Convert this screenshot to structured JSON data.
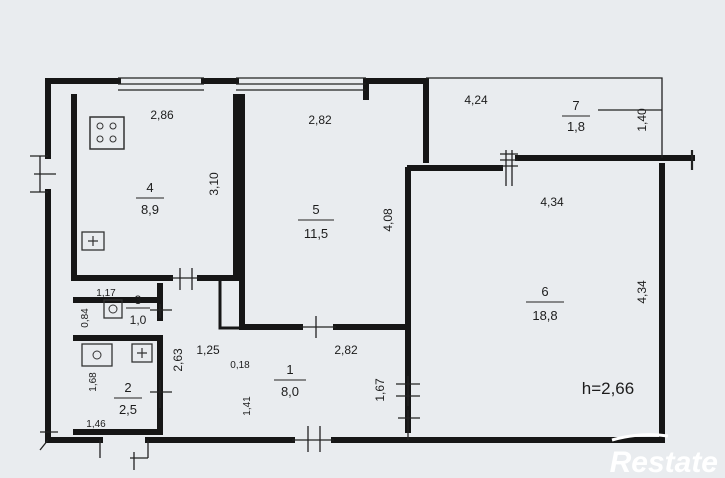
{
  "rooms": [
    {
      "number": "4",
      "area": "8,9"
    },
    {
      "number": "5",
      "area": "11,5"
    },
    {
      "number": "6",
      "area": "18,8"
    },
    {
      "number": "7",
      "area": "1,8"
    },
    {
      "number": "3",
      "area": "1,0"
    },
    {
      "number": "2",
      "area": "2,5"
    },
    {
      "number": "1",
      "area": "8,0"
    }
  ],
  "dimensions": [
    "2,86",
    "2,82",
    "4,24",
    "1,40",
    "3,10",
    "4,08",
    "4,34",
    "4,34",
    "1,17",
    "0,84",
    "1,25",
    "0,18",
    "2,82",
    "2,63",
    "1,68",
    "1,46",
    "1,41",
    "1,67"
  ],
  "ceiling_height": "h=2,66",
  "watermark": "Restate"
}
